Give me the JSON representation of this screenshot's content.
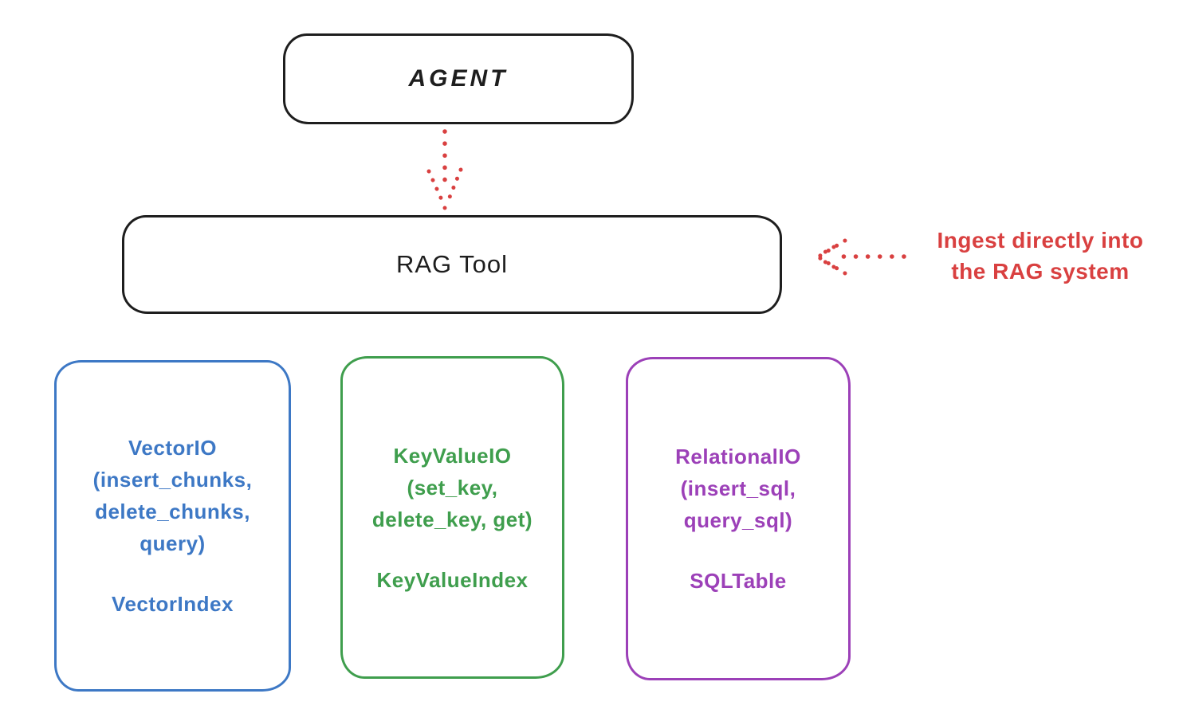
{
  "colors": {
    "ink": "#1e1e1e",
    "red": "#d94040",
    "blue": "#3d78c5",
    "green": "#3f9e4d",
    "purple": "#9c40b8",
    "bg": "#ffffff"
  },
  "nodes": {
    "agent": {
      "label": "AGENT"
    },
    "rag_tool": {
      "label": "RAG Tool"
    },
    "vector_io": {
      "lines": [
        "VectorIO",
        "(insert_chunks,",
        "delete_chunks,",
        "query)"
      ],
      "index_label": "VectorIndex"
    },
    "keyvalue_io": {
      "lines": [
        "KeyValueIO",
        "(set_key,",
        "delete_key, get)"
      ],
      "index_label": "KeyValueIndex"
    },
    "relational_io": {
      "lines": [
        "RelationalIO",
        "(insert_sql,",
        "query_sql)"
      ],
      "index_label": "SQLTable"
    }
  },
  "annotation": {
    "lines": [
      "Ingest directly into",
      "the RAG system"
    ]
  }
}
